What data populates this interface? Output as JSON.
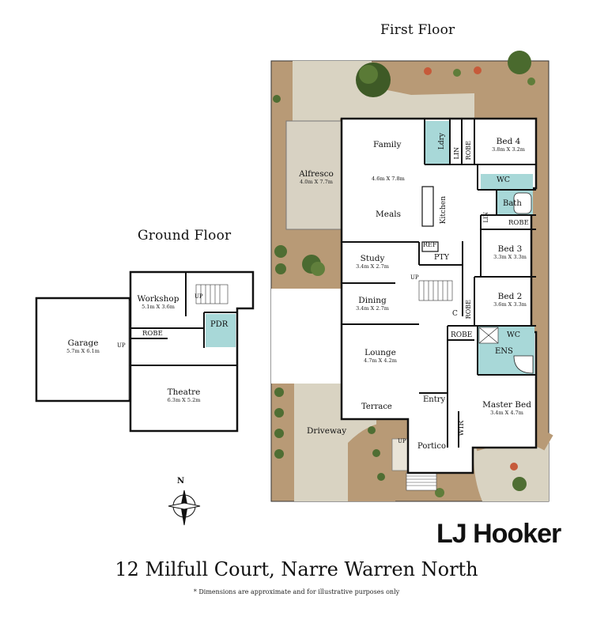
{
  "headings": {
    "first_floor": "First Floor",
    "ground_floor": "Ground Floor"
  },
  "ground_floor": {
    "garage": {
      "name": "Garage",
      "dims": "5.7m X 6.1m"
    },
    "workshop": {
      "name": "Workshop",
      "dims": "5.1m X 3.6m"
    },
    "theatre": {
      "name": "Theatre",
      "dims": "6.3m X 5.2m"
    },
    "robe": "ROBE",
    "pdr": "PDR",
    "up1": "UP",
    "up2": "UP"
  },
  "first_floor": {
    "alfresco": {
      "name": "Alfresco",
      "dims": "4.0m X 7.7m"
    },
    "family": {
      "name": "Family",
      "dims": "4.6m X 7.8m"
    },
    "meals": "Meals",
    "kitchen": "Kitchen",
    "ldry": "Ldry",
    "lin1": "LIN",
    "lin2": "LIN",
    "robe_bed4": "ROBE",
    "bed4": {
      "name": "Bed 4",
      "dims": "3.8m X 3.2m"
    },
    "wc1": "WC",
    "bath": "Bath",
    "robe_bed3": "ROBE",
    "bed3": {
      "name": "Bed 3",
      "dims": "3.3m X 3.3m"
    },
    "ref": "REF",
    "pty": "PTY",
    "study": {
      "name": "Study",
      "dims": "3.4m X 2.7m"
    },
    "up": "UP",
    "bed2": {
      "name": "Bed 2",
      "dims": "3.6m X 3.3m"
    },
    "robe_bed2": "ROBE",
    "dining": {
      "name": "Dining",
      "dims": "3.4m X 2.7m"
    },
    "c": "C",
    "robe_master": "ROBE",
    "wc2": "WC",
    "ens": "ENS",
    "lounge": {
      "name": "Lounge",
      "dims": "4.7m X 4.2m"
    },
    "entry": "Entry",
    "terrace": "Terrace",
    "master": {
      "name": "Master Bed",
      "dims": "3.4m X 4.7m"
    },
    "wir": "WIR",
    "driveway": "Driveway",
    "portico": "Portico",
    "up_portico": "UP"
  },
  "compass": {
    "label": "N"
  },
  "brand": "LJ Hooker",
  "address": "12 Milfull Court, Narre Warren North",
  "disclaimer": "* Dimensions are approximate and for illustrative purposes only",
  "colors": {
    "garden": "#b89a76",
    "lawn": "#d9d3c2",
    "wet_area": "#a8d8d8",
    "wall": "#111111",
    "floor": "#ffffff"
  }
}
